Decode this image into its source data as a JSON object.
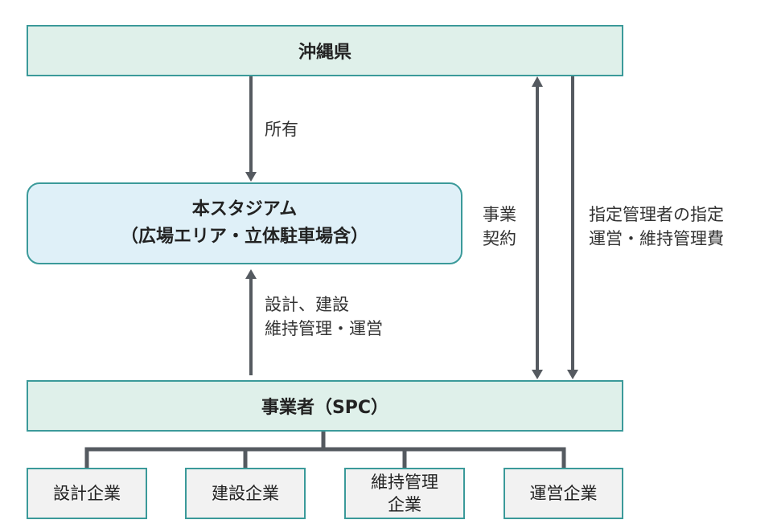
{
  "nodes": {
    "prefecture": "沖縄県",
    "stadium_line1": "本スタジアム",
    "stadium_line2": "（広場エリア・立体駐車場含）",
    "operator": "事業者（SPC）",
    "design": "設計企業",
    "construction": "建設企業",
    "maintenance_line1": "維持管理",
    "maintenance_line2": "企業",
    "operation": "運営企業"
  },
  "edges": {
    "ownership": "所有",
    "services_line1": "設計、建設",
    "services_line2": "維持管理・運営",
    "contract_line1": "事業",
    "contract_line2": "契約",
    "designation_line1": "指定管理者の指定",
    "designation_line2": "運営・維持管理費"
  },
  "colors": {
    "border": "#3b9a9a",
    "box_fill": "#dff0ea",
    "stadium_fill": "#dff0f8",
    "arrow": "#555a60"
  }
}
